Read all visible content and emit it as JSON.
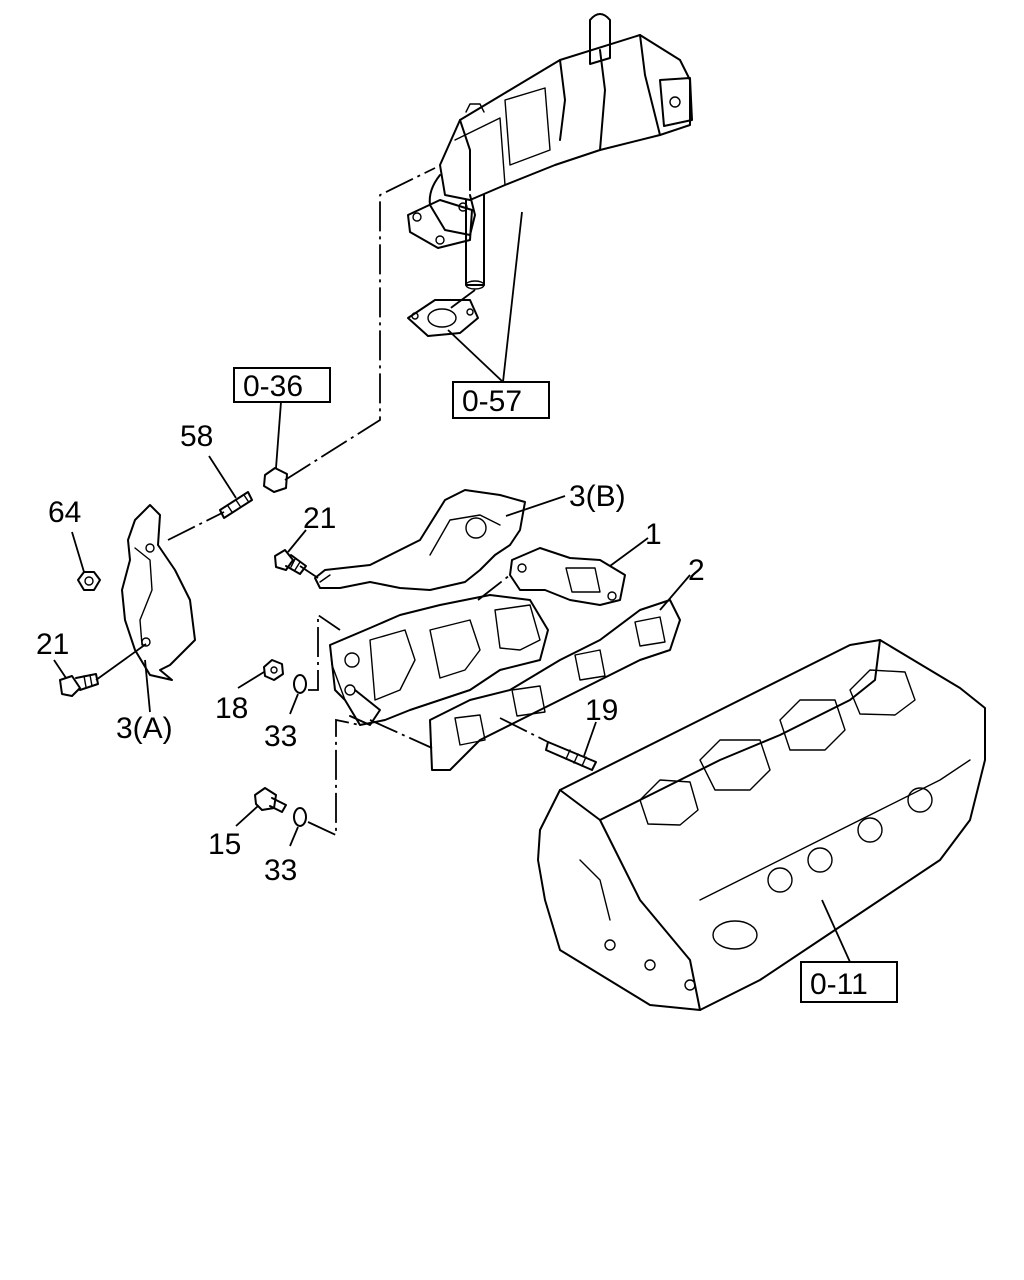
{
  "callouts": {
    "c1": "1",
    "c2": "2",
    "c3a": "3(A)",
    "c3b": "3(B)",
    "c15": "15",
    "c18": "18",
    "c19": "19",
    "c21_left": "21",
    "c21_mid": "21",
    "c33_upper": "33",
    "c33_lower": "33",
    "c58": "58",
    "c64": "64"
  },
  "references": {
    "r036": "0-36",
    "r057": "0-57",
    "r011": "0-11"
  }
}
